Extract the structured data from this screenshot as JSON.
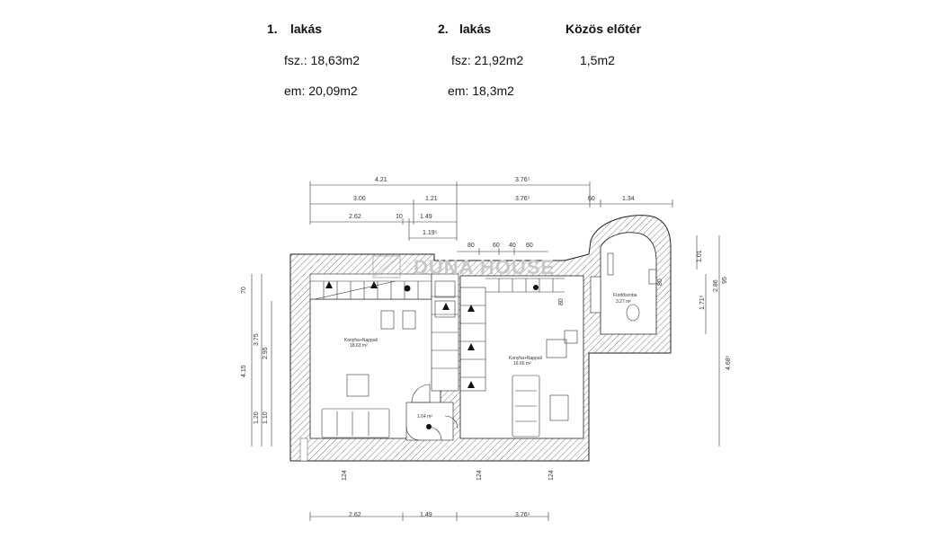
{
  "summary": {
    "apt1": {
      "num": "1.",
      "title": "lakás",
      "ground": "fsz.: 18,63m2",
      "upper": "em: 20,09m2"
    },
    "apt2": {
      "num": "2.",
      "title": "lakás",
      "ground": "fsz: 21,92m2",
      "upper": "em: 18,3m2"
    },
    "common": {
      "title": "Közös előtér",
      "area": "1,5m2"
    }
  },
  "plan": {
    "watermark": "DUNA HOUSE",
    "rooms": {
      "left_label": "Konyha+Nappali",
      "left_area": "18.63 m²",
      "right_label": "Konyha+Nappali",
      "right_area": "16.65 m²",
      "bath_label": "Fürdőszoba",
      "bath_area": "3.27 m²",
      "hall_area": "1.64 m²"
    },
    "dims_top": {
      "r1_a": "4.21",
      "r1_b": "3.76⁵",
      "r2_a": "3.00",
      "r2_b": "1.21",
      "r2_c": "3.76⁵",
      "r2_d": "60",
      "r2_e": "1.34",
      "r3_a": "2.62",
      "r3_b": "10",
      "r3_c": "1.49",
      "r4_a": "1.19⁵",
      "r5_a": "80",
      "r5_b": "60",
      "r5_c": "40",
      "r5_d": "60"
    },
    "dims_bottom": {
      "a": "2.62",
      "b": "1.49",
      "c": "3.76⁵"
    },
    "dims_bottom_v": {
      "a": "124",
      "b": "124",
      "c": "124"
    },
    "dims_left": {
      "a": "70",
      "b": "3.75",
      "c": "2.95",
      "d": "4.15",
      "e": "1.20",
      "f": "1.10"
    },
    "dims_right": {
      "a": "1.01",
      "b": "2.86",
      "c": "95",
      "d": "1.71⁵",
      "e": "4.68⁵"
    },
    "dims_inner": {
      "a": "80",
      "b": "80"
    }
  }
}
